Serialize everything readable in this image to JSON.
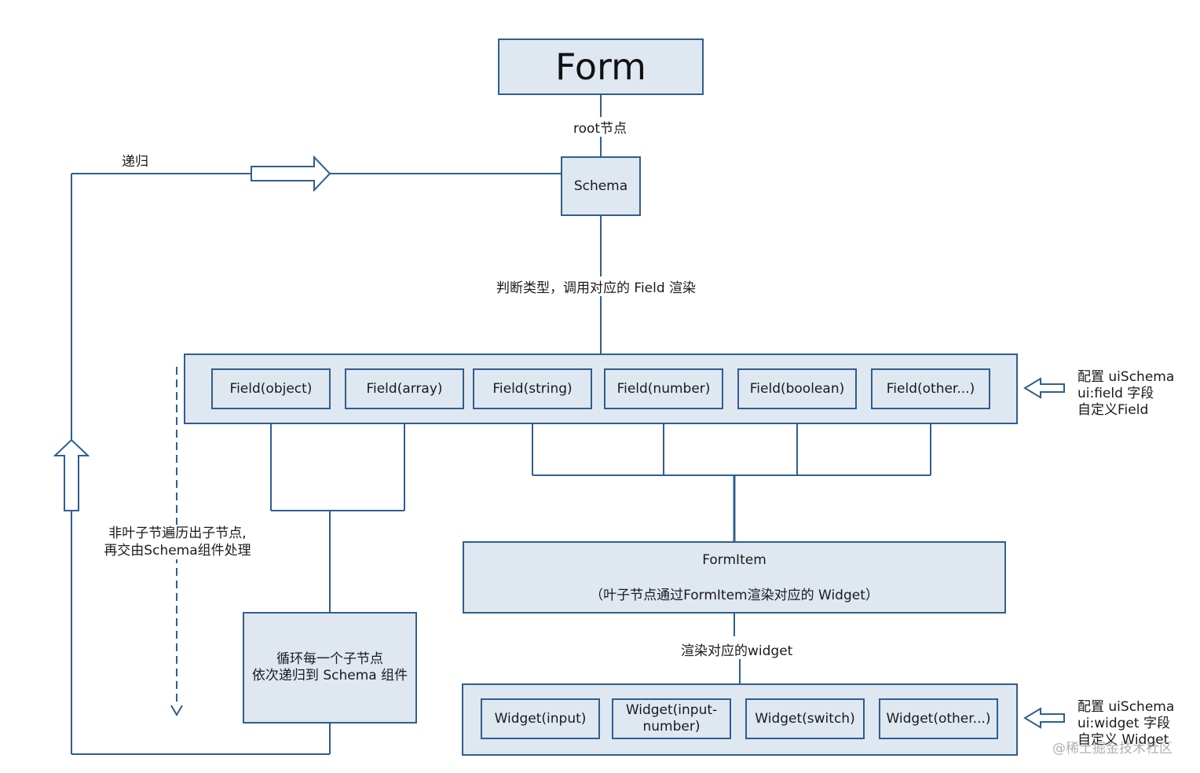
{
  "form": "Form",
  "root_label": "root节点",
  "schema": "Schema",
  "recursion_label": "递归",
  "type_label": "判断类型，调用对应的 Field 渲染",
  "fields": [
    "Field(object)",
    "Field(array)",
    "Field(string)",
    "Field(number)",
    "Field(boolean)",
    "Field(other...)"
  ],
  "custom_field": [
    "配置 uiSchema",
    "ui:field 字段",
    "自定义Field"
  ],
  "non_leaf_note": [
    "非叶子节遍历出子节点,",
    "再交由Schema组件处理"
  ],
  "loop_box": [
    "循环每一个子节点",
    "依次递归到 Schema 组件"
  ],
  "formitem": {
    "title": "FormItem",
    "note": "（叶子节点通过FormItem渲染对应的 Widget）"
  },
  "render_widget_label": "渲染对应的widget",
  "widgets": [
    "Widget(input)",
    "Widget(input-number)",
    "Widget(switch)",
    "Widget(other...)"
  ],
  "custom_widget": [
    "配置 uiSchema",
    "ui:widget 字段",
    "自定义 Widget"
  ],
  "watermark": "@稀土掘金技术社区"
}
